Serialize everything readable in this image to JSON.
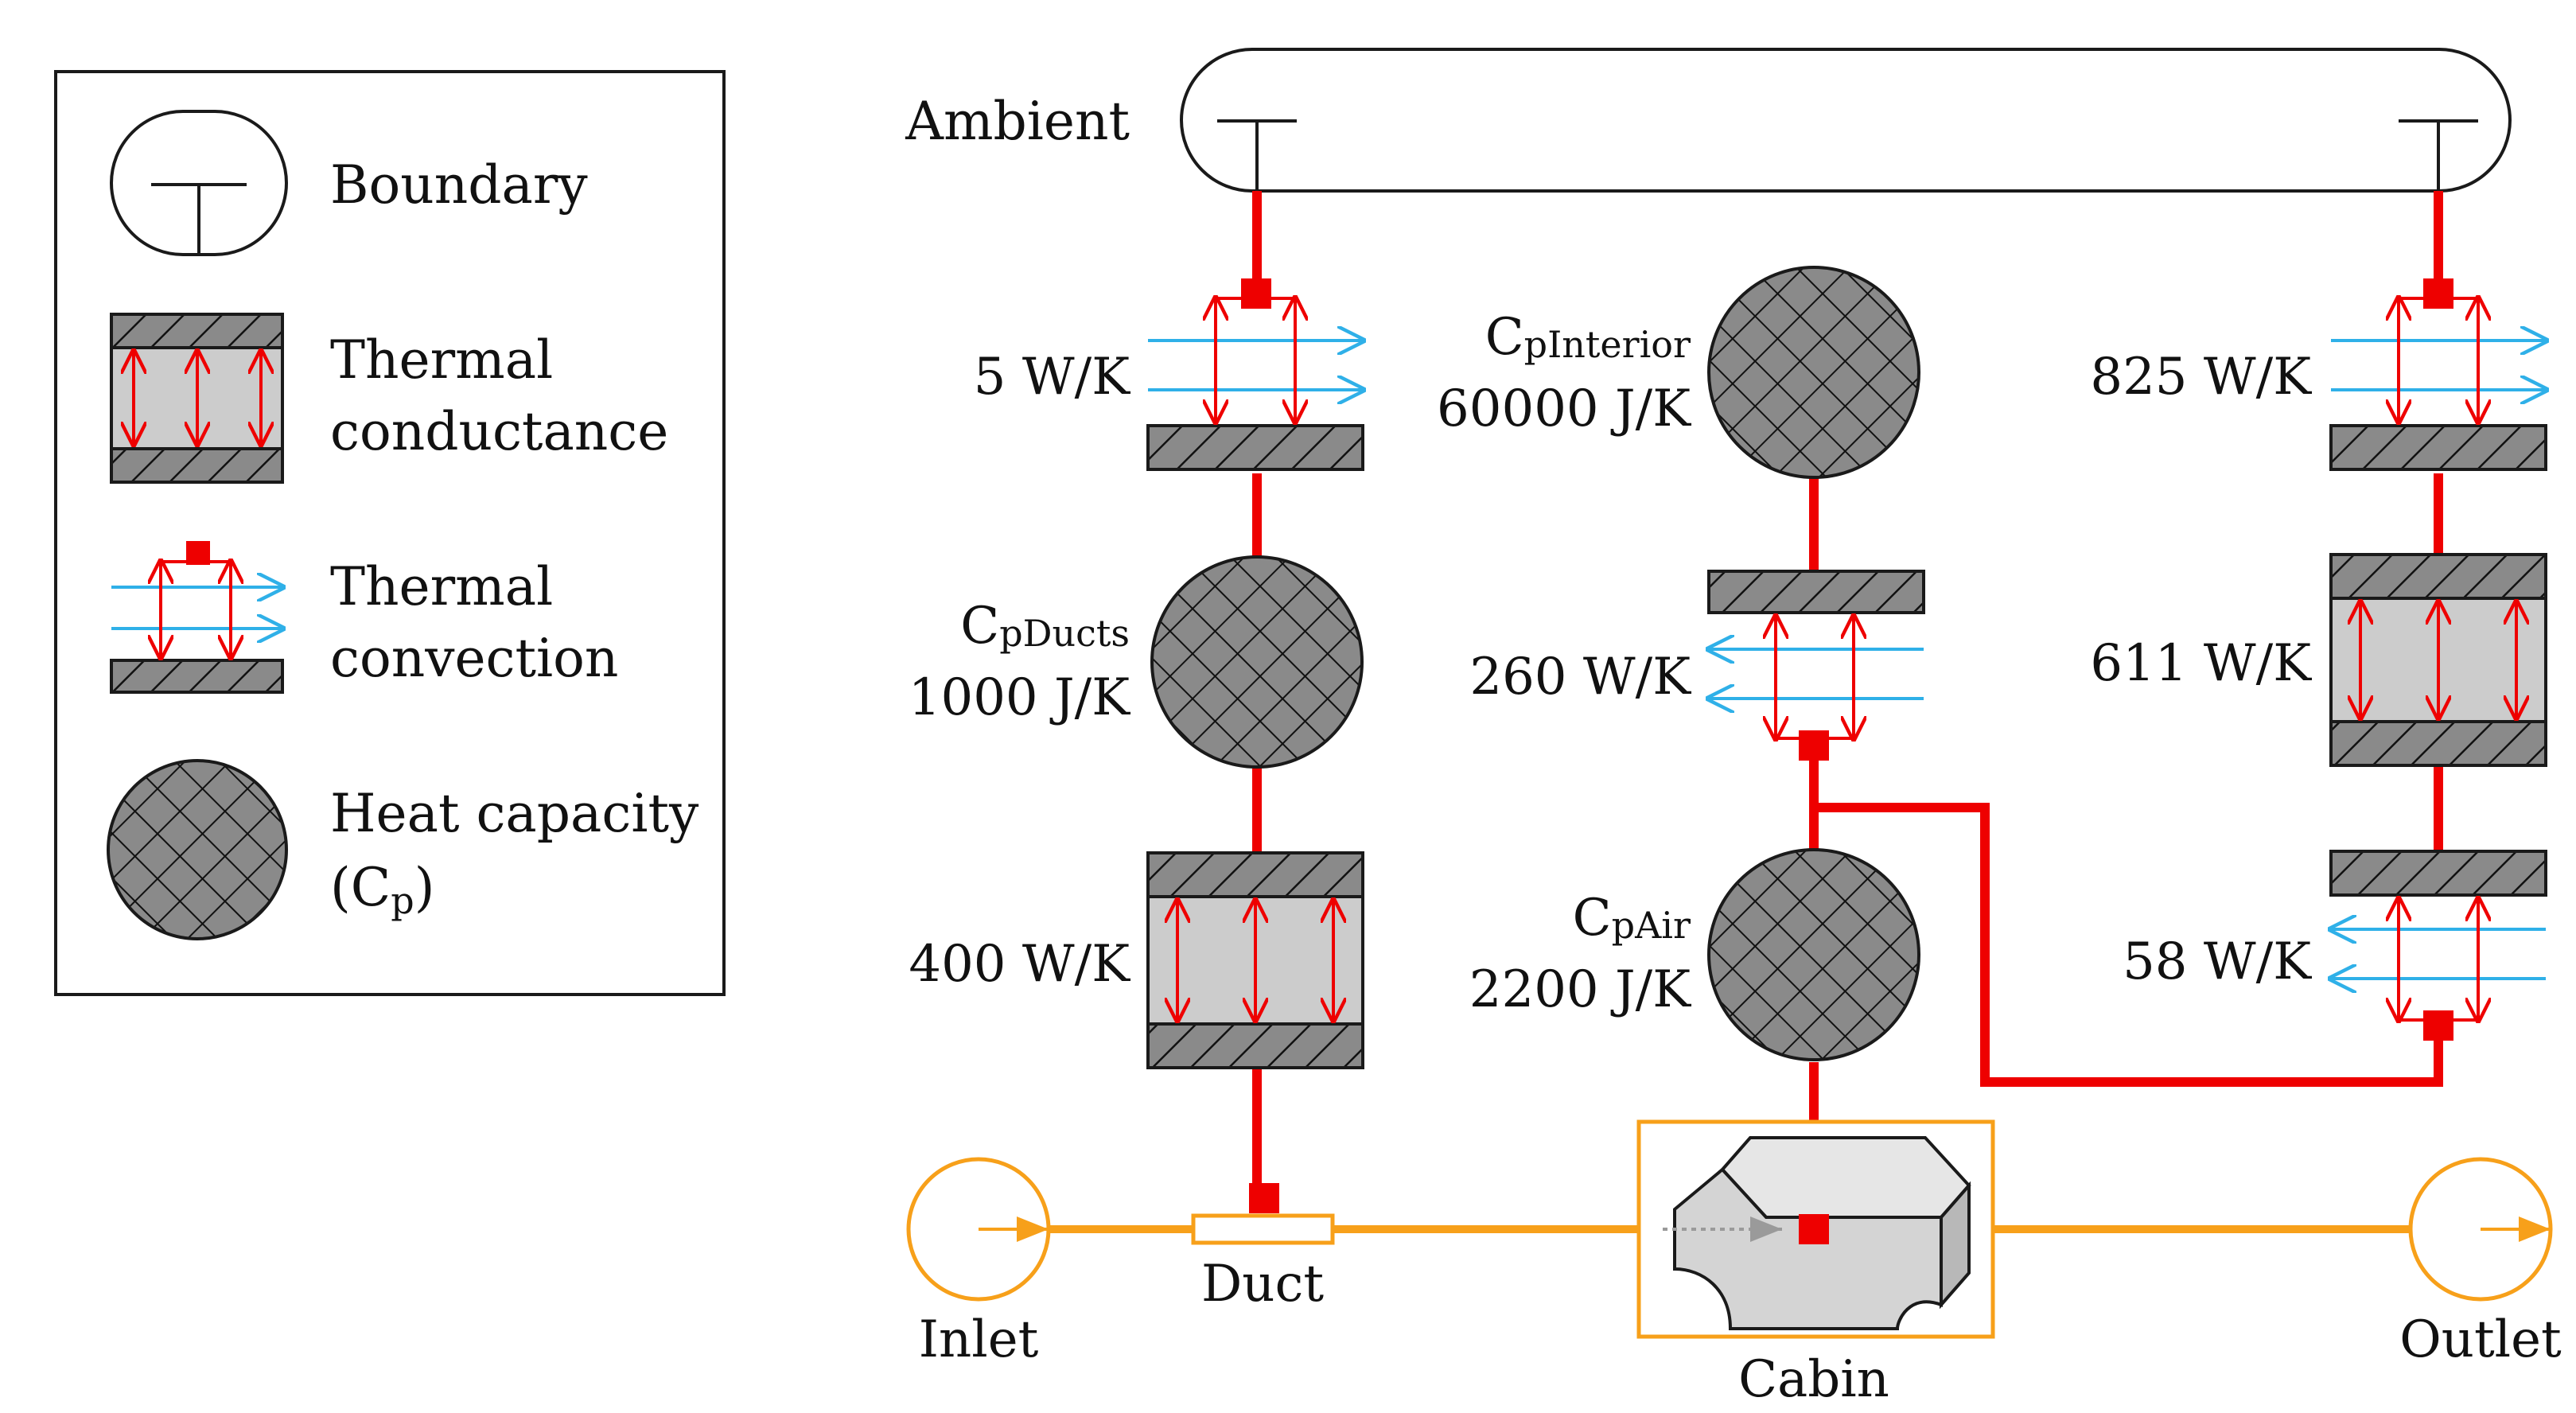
{
  "legend": {
    "boundary": "Boundary",
    "conductance_1": "Thermal",
    "conductance_2": "conductance",
    "convection_1": "Thermal",
    "convection_2": "convection",
    "capacity_1": "Heat capacity",
    "capacity_2": "(C",
    "capacity_2_sub": "p",
    "capacity_2_end": ")"
  },
  "nodes": {
    "ambient": "Ambient",
    "inlet": "Inlet",
    "outlet": "Outlet",
    "duct": "Duct",
    "cabin": "Cabin"
  },
  "left_column": {
    "convection": "5 W/K",
    "capacity_sym": "C",
    "capacity_sub": "pDucts",
    "capacity_val": "1000 J/K",
    "conductance": "400 W/K"
  },
  "middle_column": {
    "capacity_top_sym": "C",
    "capacity_top_sub": "pInterior",
    "capacity_top_val": "60000 J/K",
    "convection": "260 W/K",
    "capacity_bottom_sym": "C",
    "capacity_bottom_sub": "pAir",
    "capacity_bottom_val": "2200 J/K"
  },
  "right_column": {
    "convection_top": "825 W/K",
    "conductance": "611 W/K",
    "convection_bottom": "58 W/K"
  },
  "colors": {
    "heat": "#ee0000",
    "fluid": "#f7a01a",
    "air_arrow": "#2fb0e8",
    "component_fill": "#cccccc",
    "hatch_fill": "#8a8a8a",
    "outline": "#1a1a1a"
  }
}
